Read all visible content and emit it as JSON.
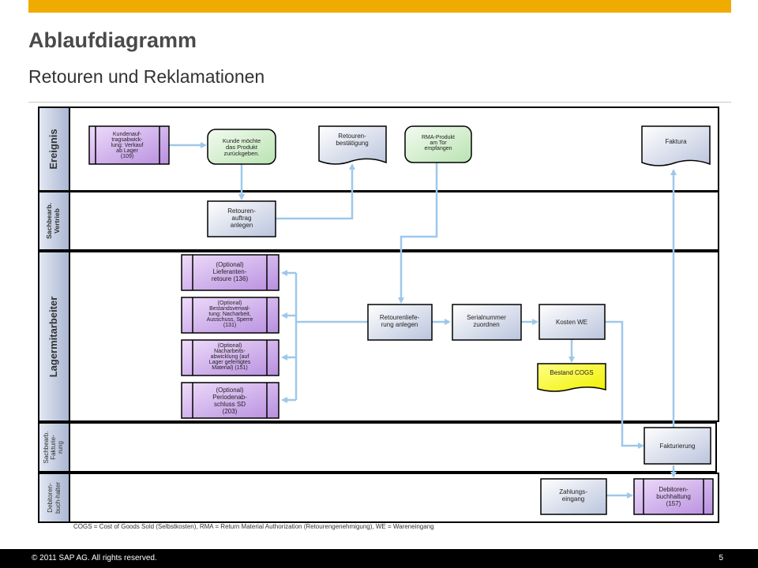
{
  "header": {
    "title": "Ablaufdiagramm",
    "subtitle": "Retouren und Reklamationen"
  },
  "lanes": {
    "ereignis": "Ereignis",
    "vertrieb": [
      "Sachbearb.",
      "Vertrieb"
    ],
    "lager": "Lagermitarbeiter",
    "fakturierung": [
      "Sachbearb.",
      "Fakturie-",
      "rung"
    ],
    "debitoren": [
      "Debitoren-",
      "buch-halter"
    ]
  },
  "nodes": {
    "kundenauftrag": [
      "Kundenauf-",
      "tragsabwick-",
      "lung: Verkauf",
      "ab Lager",
      "(109)"
    ],
    "kunde_moechte": [
      "Kunde möchte",
      "das Produkt",
      "zurückgeben."
    ],
    "retouren_bestaetigung": [
      "Retouren-",
      "bestätigung"
    ],
    "rma_produkt": [
      "RMA-Produkt",
      "am Tor",
      "empfangen"
    ],
    "faktura": [
      "Faktura"
    ],
    "retourenauftrag": [
      "Retouren-",
      "auftrag",
      "anlegen"
    ],
    "lieferantenretoure": [
      "(Optional)",
      "Lieferanten-",
      "retoure (136)"
    ],
    "bestandsverwaltung": [
      "(Optional)",
      "Bestandsverwal-",
      "tung: Nacharbeit,",
      "Ausschuss, Sperre",
      "(131)"
    ],
    "nacharbeitsabwicklung": [
      "(Optional)",
      "Nacharbeits-",
      "abwicklung (auf",
      "Lager gefertigtes",
      "Material) (151)"
    ],
    "periodenabschluss": [
      "(Optional)",
      "Periodenab-",
      "schluss SD",
      "(203)"
    ],
    "retourenlieferung": [
      "Retourenliefe-",
      "rung anlegen"
    ],
    "serialnummer": [
      "Serialnummer",
      "zuordnen"
    ],
    "kosten_we": [
      "Kosten WE"
    ],
    "bestand_cogs": [
      "Bestand COGS"
    ],
    "fakturierung": [
      "Fakturierung"
    ],
    "zahlungseingang": [
      "Zahlungs-",
      "eingang"
    ],
    "debitorenbuchhaltung": [
      "Debitoren-",
      "buchhaltung",
      "(157)"
    ]
  },
  "legend": "COGS = Cost of Goods Sold (Selbstkosten), RMA = Return Material Authorization (Retourengenehmigung), WE = Wareneingang",
  "footer": {
    "copyright": "© 2011 SAP AG. All rights reserved.",
    "page_number": "5"
  },
  "colors": {
    "accent_bar": "#f0ab00",
    "lane_header": "#b7c3da",
    "task": "#d6dceb",
    "process": "#c59ee4",
    "event_green": "#cbebc6",
    "doc_yellow": "#ffff3a",
    "arrow": "#9ec8ea"
  }
}
